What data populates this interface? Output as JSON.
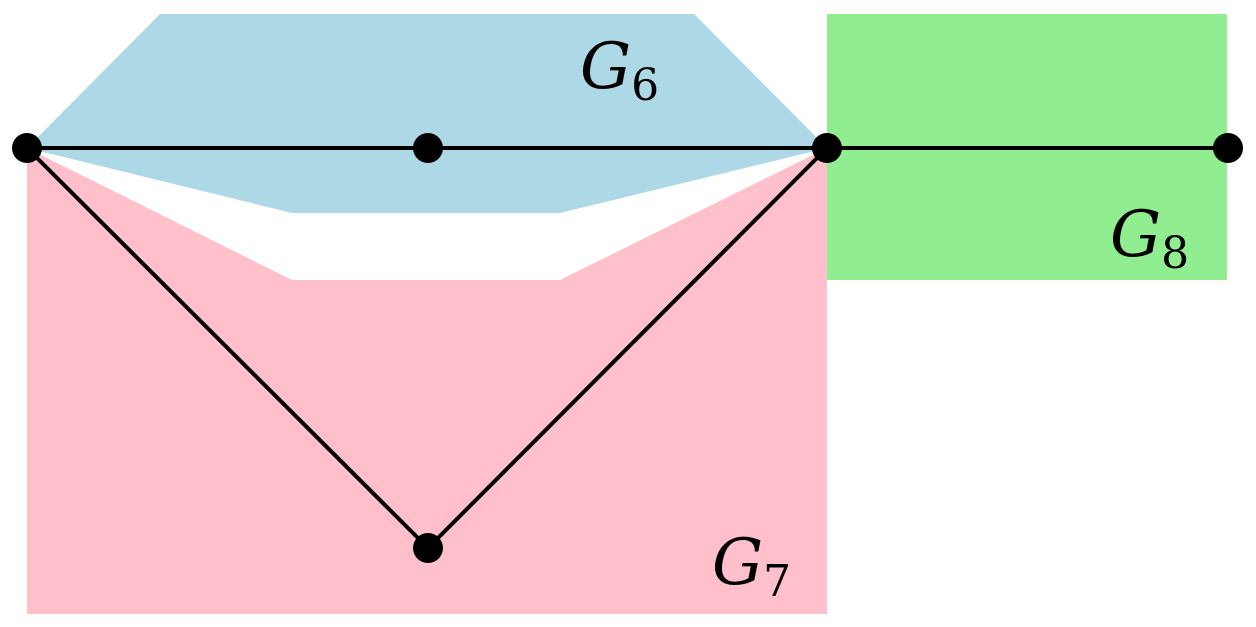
{
  "regions": [
    {
      "id": "g6",
      "letter": "G",
      "subscript": "6",
      "color": "#add8e6"
    },
    {
      "id": "g7",
      "letter": "G",
      "subscript": "7",
      "color": "#90ee90"
    },
    {
      "id": "g8",
      "letter": "G",
      "subscript": "8",
      "color": "#ffc0cb"
    }
  ],
  "graph": {
    "vertex_count": 5,
    "edge_count": 5,
    "edge_color": "#000000",
    "vertex_color": "#000000"
  }
}
